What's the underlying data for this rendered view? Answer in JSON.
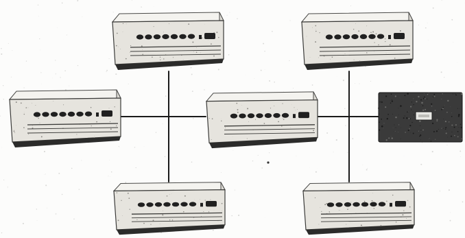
{
  "diagram": {
    "kind": "network-topology",
    "ink_color": "#1a1a1a",
    "paper_color": "#fcfcfb",
    "device_body_color": "#efeeea",
    "device_front_color": "#e6e4de",
    "indicator_color": "#202020",
    "drive_color": "#3a3a3a",
    "lines": [
      {
        "id": "left-to-center",
        "from": "terminal-left",
        "to": "terminal-center"
      },
      {
        "id": "center-to-drive",
        "from": "terminal-center",
        "to": "storage-drive"
      },
      {
        "id": "top-left-to-bottom-left",
        "from": "terminal-top-left",
        "to": "terminal-bottom-left"
      },
      {
        "id": "top-right-to-bottom-right",
        "from": "terminal-top-right",
        "to": "terminal-bottom-right"
      }
    ],
    "nodes": [
      {
        "id": "terminal-top-left",
        "kind": "terminal",
        "indicator_count": 7
      },
      {
        "id": "terminal-top-right",
        "kind": "terminal",
        "indicator_count": 7
      },
      {
        "id": "terminal-left",
        "kind": "terminal",
        "indicator_count": 7
      },
      {
        "id": "terminal-center",
        "kind": "terminal",
        "indicator_count": 7
      },
      {
        "id": "storage-drive",
        "kind": "disk-drive",
        "indicator_count": 0
      },
      {
        "id": "terminal-bottom-left",
        "kind": "terminal",
        "indicator_count": 7
      },
      {
        "id": "terminal-bottom-right",
        "kind": "terminal",
        "indicator_count": 7
      }
    ]
  }
}
